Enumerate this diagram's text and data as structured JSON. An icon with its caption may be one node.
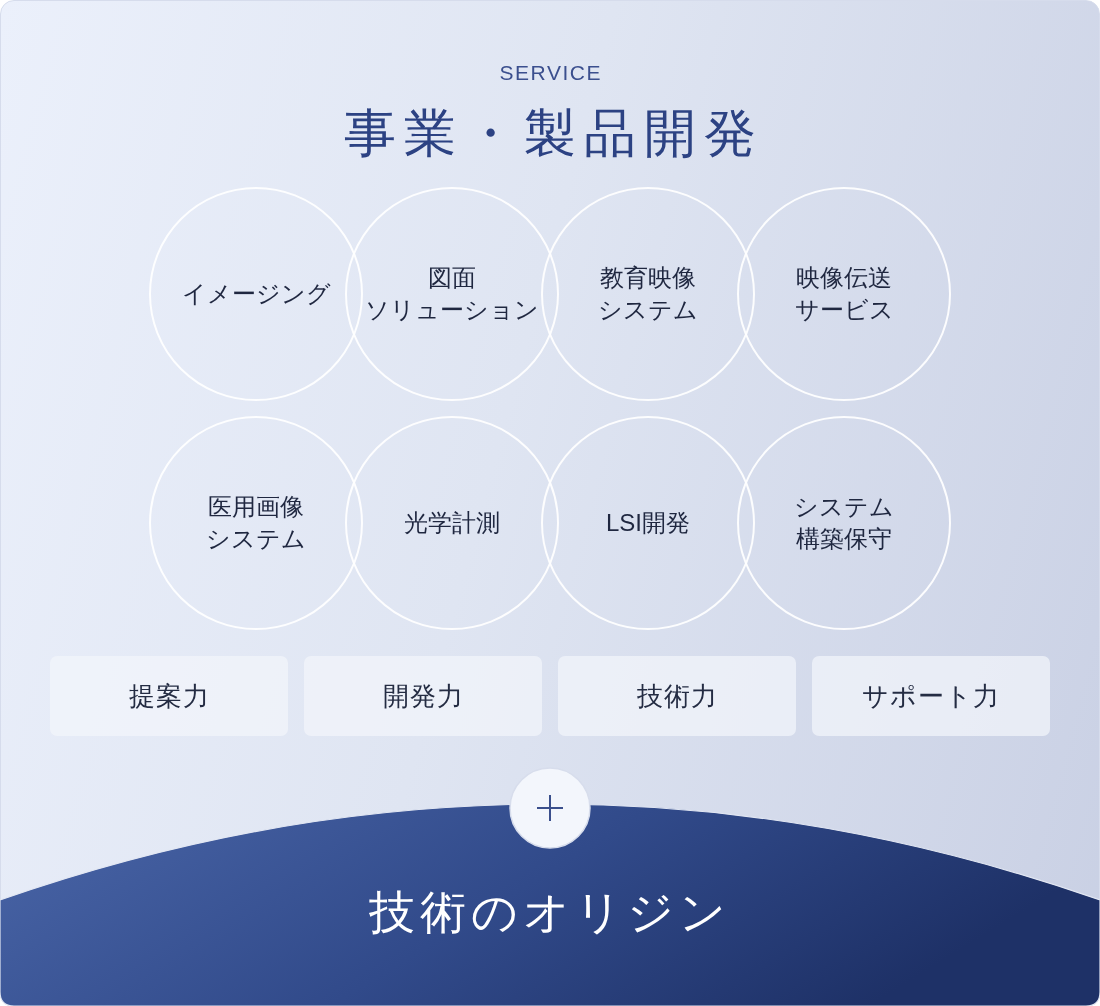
{
  "diagram": {
    "title": "事業・製品開発",
    "nodes": [
      {
        "text": [
          "イメージング"
        ]
      },
      {
        "text": [
          "図面ソリューション"
        ]
      },
      {
        "text": [
          "教育映像システム"
        ]
      },
      {
        "text": [
          "映像伝送サービス"
        ]
      },
      {
        "text": [
          "医用画像システム"
        ]
      },
      {
        "text": [
          "光学計測"
        ]
      },
      {
        "text": [
          "LSI開発"
        ]
      },
      {
        "text": [
          "システム構築保守"
        ]
      },
      {
        "text": [
          "提案力"
        ]
      },
      {
        "text": [
          "開発力"
        ]
      },
      {
        "text": [
          "技術力"
        ]
      },
      {
        "text": [
          "サポート力"
        ]
      },
      {
        "text": [
          "技術のオリジン"
        ]
      }
    ],
    "labels": [
      "SERVICE"
    ]
  }
}
